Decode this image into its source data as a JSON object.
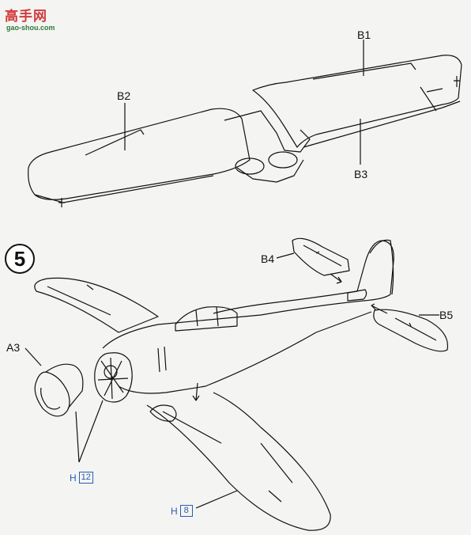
{
  "watermark": {
    "name": "高手网",
    "domain": "gao-shou.com"
  },
  "step": {
    "number": "5"
  },
  "labels": {
    "b1": "B1",
    "b2": "B2",
    "b3": "B3",
    "b4": "B4",
    "b5": "B5",
    "a3": "A3"
  },
  "refs": {
    "h12": {
      "letter": "H",
      "part": "12"
    },
    "h8": {
      "letter": "H",
      "part": "8"
    }
  },
  "colors": {
    "line": "#111111",
    "accent_blue": "#2a5db0",
    "paper": "#f4f4f2"
  }
}
